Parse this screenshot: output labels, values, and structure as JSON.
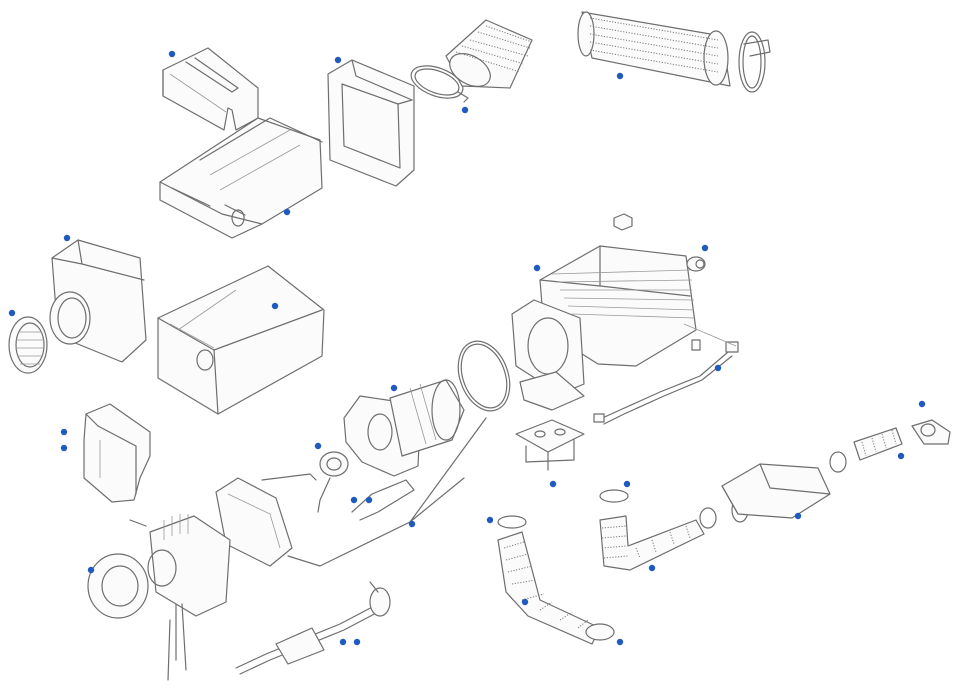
{
  "diagram": {
    "hotspot_color": "#1f5bbf",
    "line_color": "#6e6e6e",
    "background": "#ffffff",
    "hotspots": [
      {
        "id": "hotspot-upper-cover"
      },
      {
        "id": "hotspot-square-frame"
      },
      {
        "id": "hotspot-hose-clamp-small"
      },
      {
        "id": "hotspot-flexible-air-duct"
      },
      {
        "id": "hotspot-lower-casing"
      },
      {
        "id": "hotspot-end-cap"
      },
      {
        "id": "hotspot-heat-exchanger"
      },
      {
        "id": "hotspot-grille"
      },
      {
        "id": "hotspot-bottom-tray"
      },
      {
        "id": "hotspot-combustion-chamber"
      },
      {
        "id": "hotspot-glow-plug"
      },
      {
        "id": "hotspot-nut"
      },
      {
        "id": "hotspot-wiring-harness"
      },
      {
        "id": "hotspot-pipe-clip"
      },
      {
        "id": "hotspot-bracket-upper"
      },
      {
        "id": "hotspot-bracket-lower"
      },
      {
        "id": "hotspot-glow-plug-wire"
      },
      {
        "id": "hotspot-flame-sensor"
      },
      {
        "id": "hotspot-gasket-kit"
      },
      {
        "id": "hotspot-base-plate"
      },
      {
        "id": "hotspot-exhaust-clamp"
      },
      {
        "id": "hotspot-silencer"
      },
      {
        "id": "hotspot-exhaust-hose"
      },
      {
        "id": "hotspot-intake-clamp"
      },
      {
        "id": "hotspot-blower-motor"
      },
      {
        "id": "hotspot-intake-hose"
      },
      {
        "id": "hotspot-intake-cap"
      },
      {
        "id": "hotspot-fuel-pump"
      },
      {
        "id": "hotspot-fuel-pump-2"
      }
    ]
  }
}
